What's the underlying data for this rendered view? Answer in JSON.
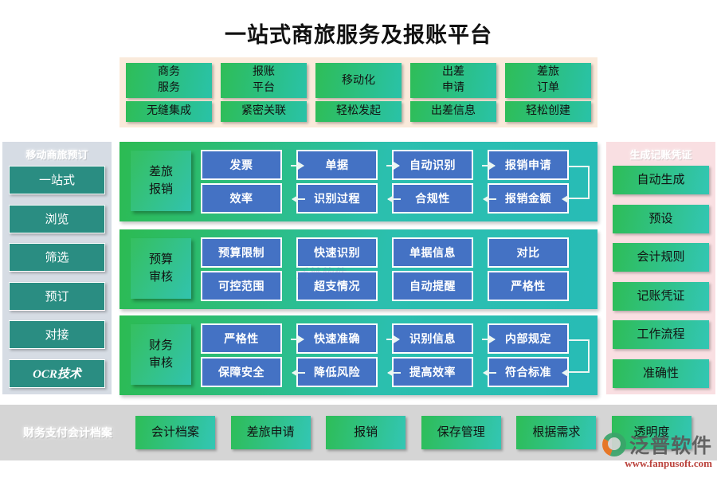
{
  "title": "一站式商旅服务及报账平台",
  "top_band": {
    "columns": [
      {
        "top": "商务服务",
        "top_l1": "商务",
        "top_l2": "服务",
        "bottom": "无缝集成"
      },
      {
        "top": "报账平台",
        "top_l1": "报账",
        "top_l2": "平台",
        "bottom": "紧密关联"
      },
      {
        "top": "移动化",
        "top_l1": "移动化",
        "top_l2": "",
        "bottom": "轻松发起"
      },
      {
        "top": "出差申请",
        "top_l1": "出差",
        "top_l2": "申请",
        "bottom": "出差信息"
      },
      {
        "top": "差旅订单",
        "top_l1": "差旅",
        "top_l2": "订单",
        "bottom": "轻松创建"
      }
    ]
  },
  "left_sidebar": {
    "title": "移动商旅预订",
    "items": [
      {
        "label": "一站式"
      },
      {
        "label": "浏览"
      },
      {
        "label": "筛选"
      },
      {
        "label": "预订"
      },
      {
        "label": "对接"
      },
      {
        "label": "OCR技术"
      }
    ]
  },
  "right_sidebar": {
    "title": "生成记账凭证",
    "items": [
      {
        "label": "自动生成"
      },
      {
        "label": "预设"
      },
      {
        "label": "会计规则"
      },
      {
        "label": "记账凭证"
      },
      {
        "label": "工作流程"
      },
      {
        "label": "准确性"
      }
    ]
  },
  "panels": [
    {
      "label_l1": "差旅",
      "label_l2": "报销",
      "top_row": [
        "发票",
        "单据",
        "自动识别",
        "报销申请"
      ],
      "bottom_row": [
        "效率",
        "识别过程",
        "合规性",
        "报销金额"
      ],
      "has_arrows": true
    },
    {
      "label_l1": "预算",
      "label_l2": "审核",
      "top_row": [
        "预算限制",
        "快速识别",
        "单据信息",
        "对比"
      ],
      "bottom_row": [
        "可控范围",
        "超支情况",
        "自动提醒",
        "严格性"
      ],
      "has_arrows": false
    },
    {
      "label_l1": "财务",
      "label_l2": "审核",
      "top_row": [
        "严格性",
        "快速准确",
        "识别信息",
        "内部规定"
      ],
      "bottom_row": [
        "保障安全",
        "降低风险",
        "提高效率",
        "符合标准"
      ],
      "has_arrows": true
    }
  ],
  "bottom_band": {
    "label": "财务支付会计档案",
    "items": [
      {
        "label": "会计档案"
      },
      {
        "label": "差旅申请"
      },
      {
        "label": "报销"
      },
      {
        "label": "保存管理"
      },
      {
        "label": "根据需求"
      },
      {
        "label": "透明度"
      }
    ]
  },
  "branding": {
    "name": "泛普软件",
    "url": "www.fanpusoft.com",
    "watermark": "泛普软件"
  },
  "colors": {
    "green_start": "#2ebd57",
    "teal_end": "#32c6b4",
    "box_blue": "#4472c4",
    "band_orange": "#faeadb",
    "left_panel": "#d6dce4",
    "right_panel": "#f9dfe2",
    "bottom_gray": "#d5d5d5",
    "left_item": "#2a8d82",
    "logo_url_red": "#b5332c"
  }
}
